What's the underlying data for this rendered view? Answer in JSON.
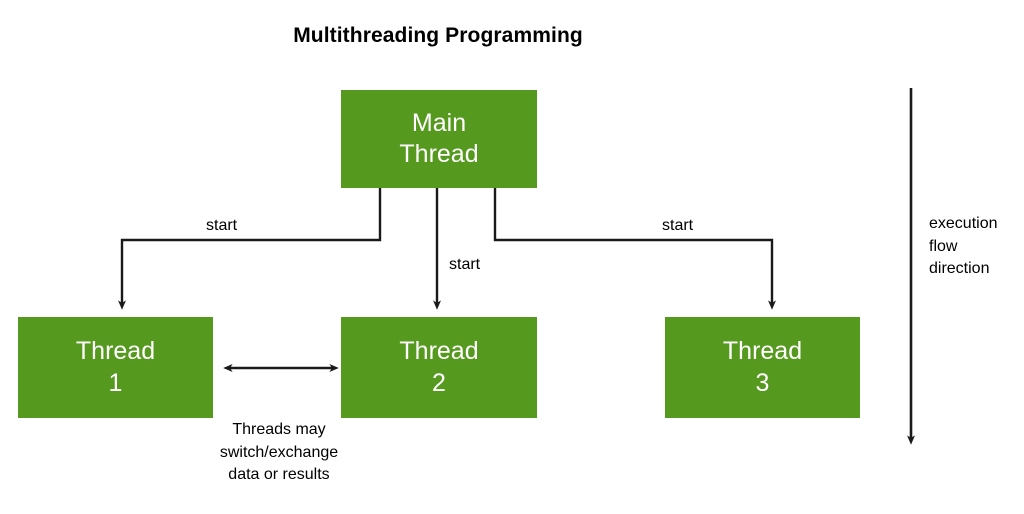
{
  "diagram": {
    "title": "Multithreading Programming",
    "colors": {
      "node_fill": "#55991e",
      "node_text": "#ffffff",
      "stroke": "#1a1a1a",
      "background": "#ffffff",
      "text": "#000000"
    },
    "nodes": {
      "main": {
        "line1": "Main",
        "line2": "Thread"
      },
      "thread1": {
        "line1": "Thread",
        "line2": "1"
      },
      "thread2": {
        "line1": "Thread",
        "line2": "2"
      },
      "thread3": {
        "line1": "Thread",
        "line2": "3"
      }
    },
    "edge_labels": {
      "start_left": "start",
      "start_middle": "start",
      "start_right": "start"
    },
    "caption": {
      "line1": "Threads may",
      "line2": "switch/exchange",
      "line3": "data or results"
    },
    "axis": {
      "line1": "execution",
      "line2": "flow",
      "line3": "direction"
    }
  }
}
